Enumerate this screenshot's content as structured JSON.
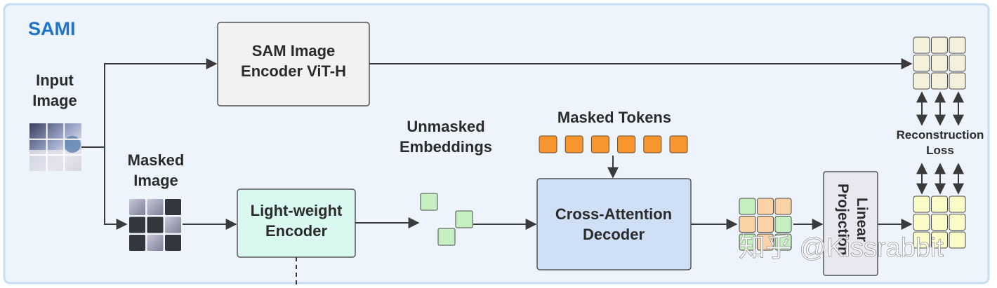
{
  "title": "SAMI",
  "input": {
    "label_line1": "Input",
    "label_line2": "Image"
  },
  "masked": {
    "label_line1": "Masked",
    "label_line2": "Image"
  },
  "sam_encoder": {
    "line1": "SAM Image",
    "line2": "Encoder ViT-H"
  },
  "lw_encoder": {
    "line1": "Light-weight",
    "line2": "Encoder"
  },
  "unmasked": {
    "line1": "Unmasked",
    "line2": "Embeddings"
  },
  "masked_tokens": {
    "label": "Masked Tokens",
    "count": 6
  },
  "decoder": {
    "line1": "Cross-Attention",
    "line2": "Decoder"
  },
  "projection": {
    "line1": "Linear",
    "line2": "Projection"
  },
  "loss": {
    "line1": "Reconstruction",
    "line2": "Loss"
  },
  "watermark": "知乎 @Kissrabbit",
  "colors": {
    "frame_fill": "#eef4fc",
    "frame_stroke": "#c6dcf2",
    "title": "#1f74c8",
    "sam_fill": "#f2f2f2",
    "encoder_fill": "#d9f8ef",
    "decoder_fill": "#cfe0f6",
    "projection_fill": "#e8e8f0",
    "token": "#f7952f",
    "embedding": "#c6f0c0",
    "target_grid": "#f5f0dc",
    "output_grid": "#fbfbc8",
    "decoded_peach": "#fbd2a6",
    "decoded_green": "#c6efc0",
    "dark_patch": "#33363d",
    "line": "#3a3a3a"
  }
}
